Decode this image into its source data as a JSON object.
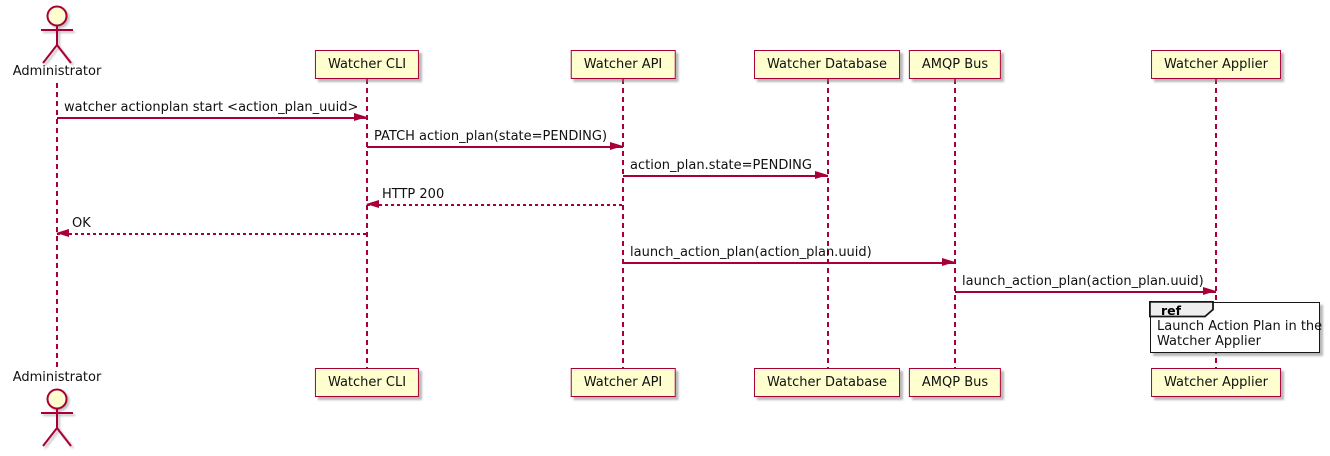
{
  "diagram": {
    "type": "sequence-diagram",
    "actor": {
      "name": "Administrator"
    },
    "participants": [
      {
        "label": "Watcher CLI"
      },
      {
        "label": "Watcher API"
      },
      {
        "label": "Watcher Database"
      },
      {
        "label": "AMQP Bus"
      },
      {
        "label": "Watcher Applier"
      }
    ],
    "messages": [
      {
        "from": "Administrator",
        "to": "Watcher CLI",
        "text": "watcher actionplan start <action_plan_uuid>",
        "line": "solid"
      },
      {
        "from": "Watcher CLI",
        "to": "Watcher API",
        "text": "PATCH action_plan(state=PENDING)",
        "line": "solid"
      },
      {
        "from": "Watcher API",
        "to": "Watcher Database",
        "text": "action_plan.state=PENDING",
        "line": "solid"
      },
      {
        "from": "Watcher API",
        "to": "Watcher CLI",
        "text": "HTTP 200",
        "line": "dashed"
      },
      {
        "from": "Watcher CLI",
        "to": "Administrator",
        "text": "OK",
        "line": "dashed"
      },
      {
        "from": "Watcher API",
        "to": "AMQP Bus",
        "text": "launch_action_plan(action_plan.uuid)",
        "line": "solid"
      },
      {
        "from": "AMQP Bus",
        "to": "Watcher Applier",
        "text": "launch_action_plan(action_plan.uuid)",
        "line": "solid"
      }
    ],
    "ref": {
      "keyword": "ref",
      "lines": [
        "Launch Action Plan in the",
        "Watcher Applier"
      ]
    },
    "colors": {
      "participant_fill": "#FEFECE",
      "stroke": "#A80036",
      "ref_border": "#161616",
      "ref_tab_fill": "#EEEEEE",
      "text": "#111111"
    }
  }
}
